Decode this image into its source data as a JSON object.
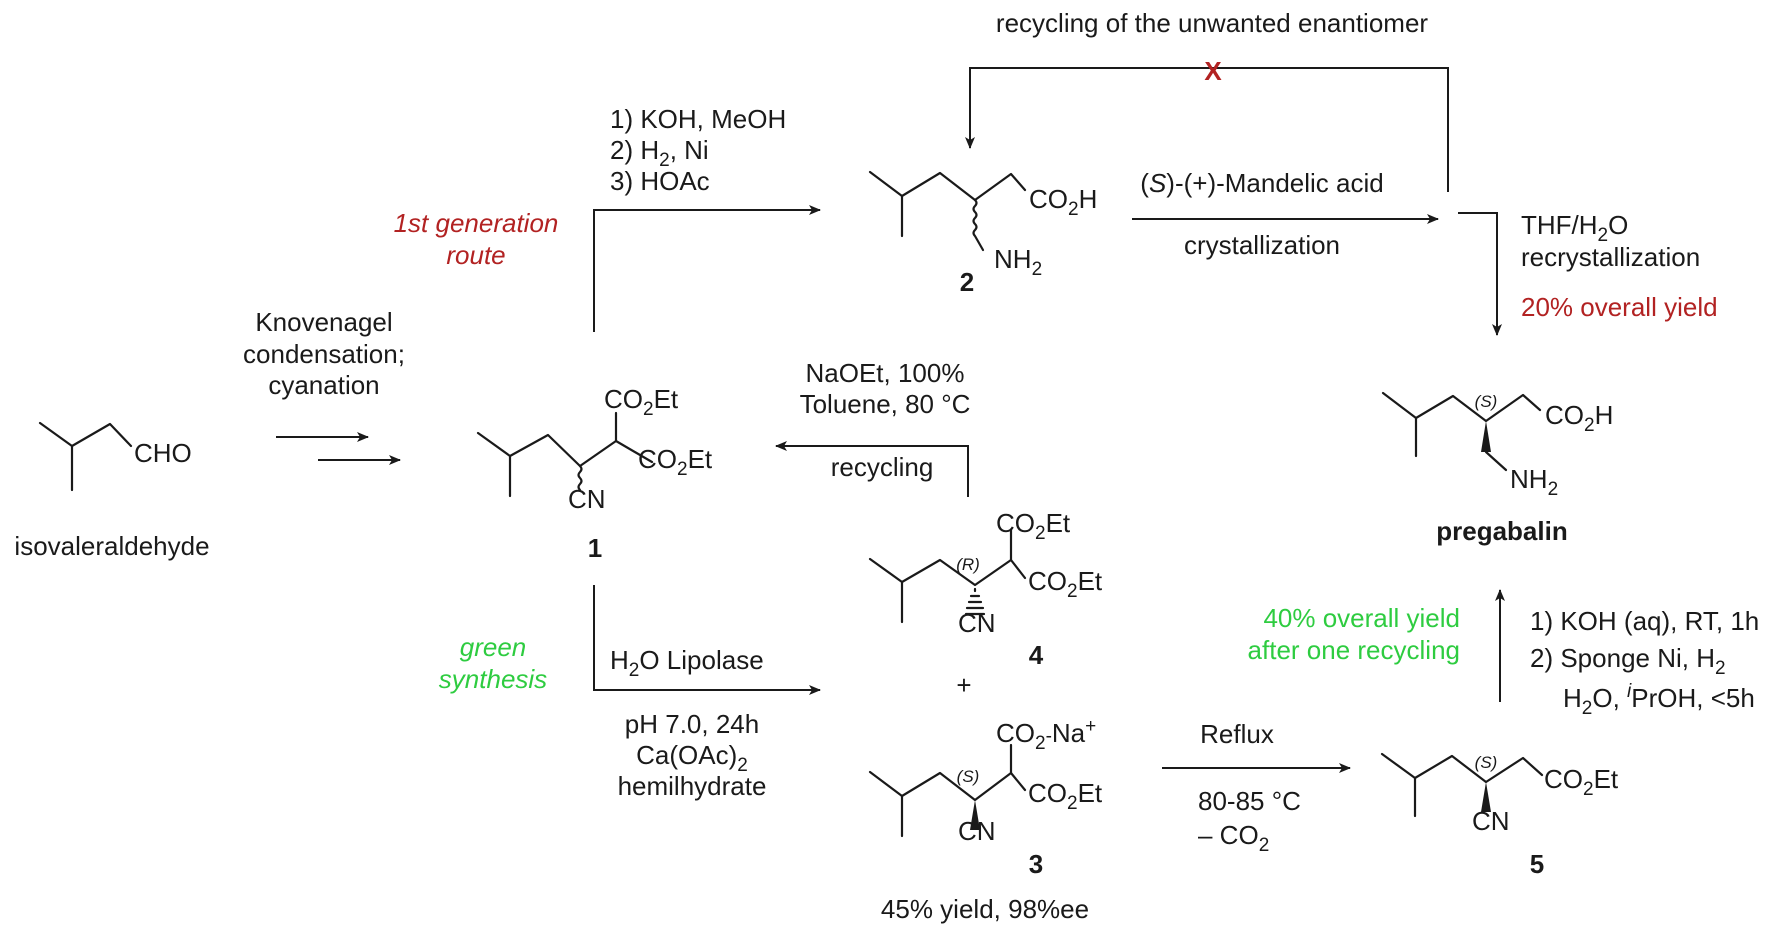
{
  "colors": {
    "ink": "#1a1a1a",
    "route_red": "#b22222",
    "green": "#2ecc40"
  },
  "compounds": {
    "isovaleraldehyde": {
      "group": "CHO",
      "name": "isovaleraldehyde"
    },
    "c1": {
      "label": "1",
      "g1": "CO2Et",
      "g2": "CO2Et",
      "g3": "CN"
    },
    "c2": {
      "label": "2",
      "g1": "CO2H",
      "g2": "NH2"
    },
    "c3": {
      "label": "3",
      "stereo": "(S)",
      "g1": "CO2-Na+",
      "g2": "CO2Et",
      "g3": "CN",
      "yield": "45% yield, 98%ee"
    },
    "c4": {
      "label": "4",
      "stereo": "(R)",
      "g1": "CO2Et",
      "g2": "CO2Et",
      "g3": "CN"
    },
    "c5": {
      "label": "5",
      "stereo": "(S)",
      "g1": "CO2Et",
      "g2": "CN"
    },
    "pregabalin": {
      "name": "pregabalin",
      "stereo": "(S)",
      "g1": "CO2H",
      "g2": "NH2"
    }
  },
  "conditions": {
    "knoevenagel": [
      "Knovenagel",
      "condensation;",
      "cyanation"
    ],
    "first_gen_route": [
      "1st generation",
      "route"
    ],
    "first_gen_steps": [
      "1) KOH, MeOH",
      "2) H2, Ni",
      "3) HOAc"
    ],
    "mandelic": "(S)-(+)-Mandelic acid",
    "crystallization": "crystallization",
    "recycling_top": "recycling of the unwanted enantiomer",
    "blocked_mark": "X",
    "thf": [
      "THF/H2O",
      "recrystallization"
    ],
    "yield20": "20% overall yield",
    "naoet": [
      "NaOEt, 100%",
      "Toluene, 80 °C"
    ],
    "recycling": "recycling",
    "green_synthesis": [
      "green",
      "synthesis"
    ],
    "lipolase": "H2O Lipolase",
    "lipolase_conditions": [
      "pH 7.0, 24h",
      "Ca(OAc)2",
      "hemilhydrate"
    ],
    "plus": "+",
    "reflux": "Reflux",
    "reflux_conditions": [
      "80-85 °C",
      "– CO2"
    ],
    "yield40": [
      "40% overall yield",
      "after one recycling"
    ],
    "final_steps": [
      "1) KOH (aq), RT, 1h",
      "2) Sponge Ni, H2",
      "H2O, iPrOH, <5h"
    ]
  }
}
